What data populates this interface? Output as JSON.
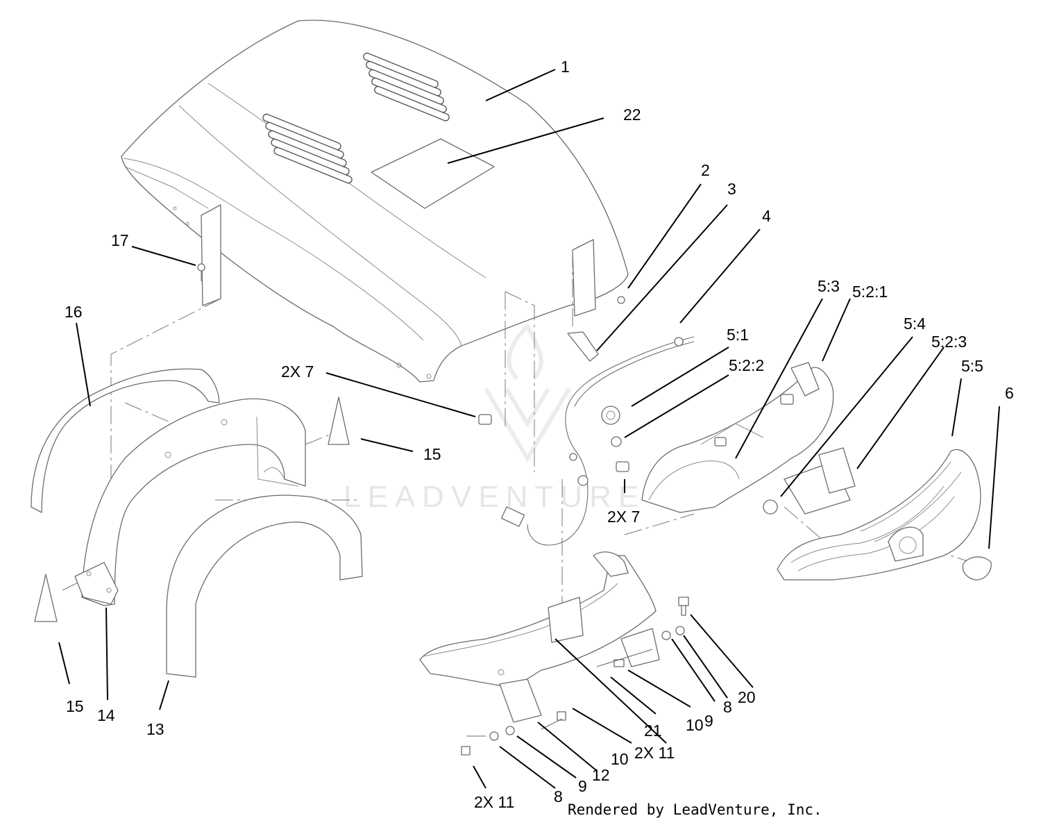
{
  "diagram": {
    "callouts": [
      "1",
      "22",
      "2",
      "3",
      "4",
      "17",
      "16",
      "5:3",
      "5:2:1",
      "5:4",
      "5:2:3",
      "5:1",
      "5:2:2",
      "5:5",
      "6",
      "2X 7",
      "15",
      "2X 7",
      "15",
      "14",
      "13",
      "21",
      "10",
      "9",
      "8",
      "20",
      "10",
      "2X 11",
      "12",
      "9",
      "8",
      "2X 11"
    ],
    "watermark": "LEADVENTURE",
    "credit": "Rendered by LeadVenture, Inc."
  }
}
